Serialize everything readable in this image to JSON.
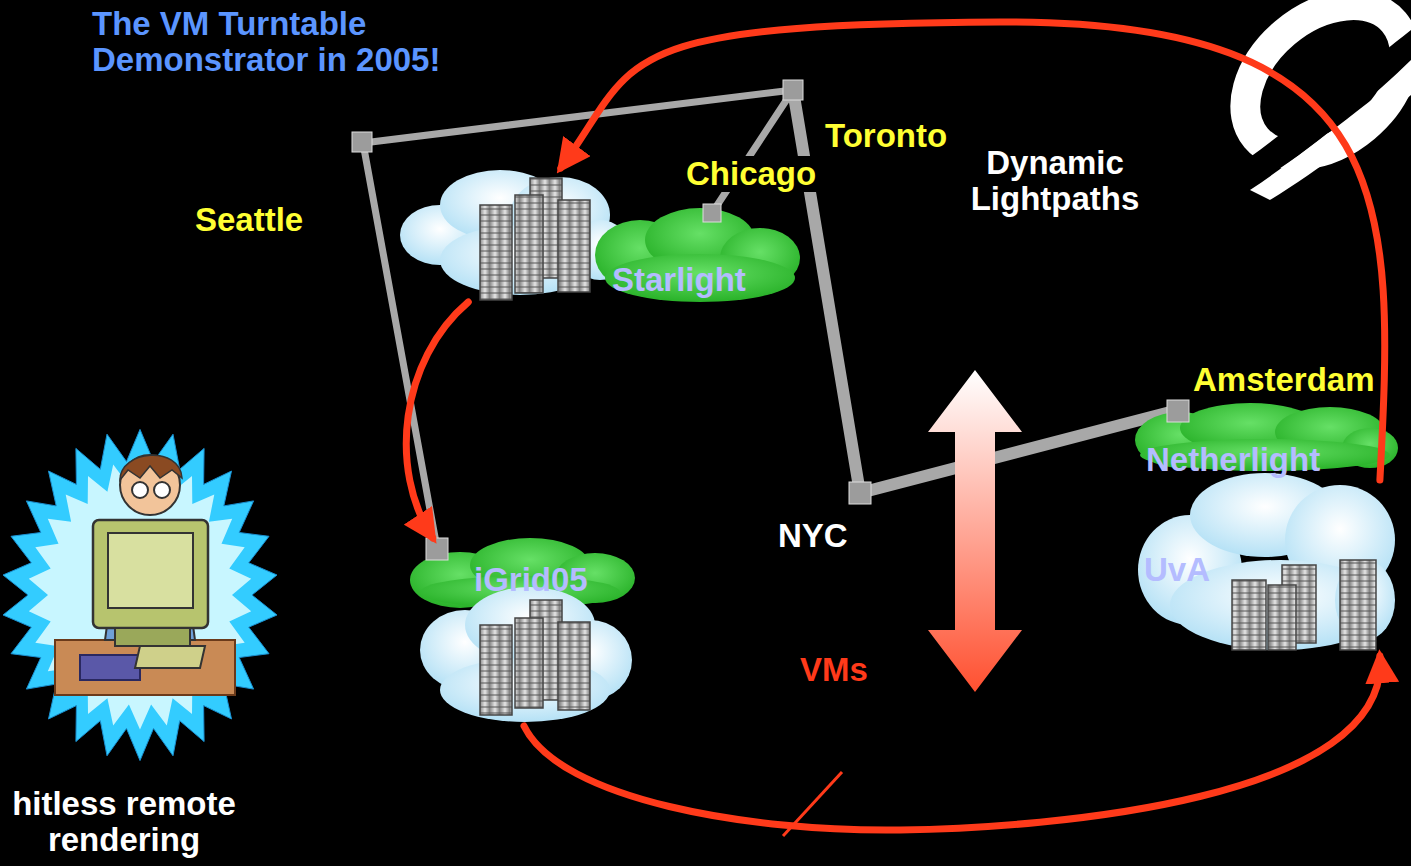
{
  "diagram": {
    "title": "The VM Turntable Demonstrator in 2005!",
    "nodes": [
      {
        "text": [
          "Starlight"
        ]
      },
      {
        "text": [
          "Netherlight"
        ]
      },
      {
        "text": [
          "UvA"
        ]
      },
      {
        "text": [
          "iGrid05"
        ]
      }
    ],
    "edges": [
      {
        "from": 2,
        "to": 0,
        "arrow": "to"
      },
      {
        "from": 0,
        "to": 3,
        "arrow": "to"
      },
      {
        "from": 3,
        "to": 2,
        "label": "VMs",
        "arrow": "to"
      }
    ],
    "labels": [
      "Seattle",
      "Toronto",
      "Chicago",
      "Dynamic Lightpaths",
      "Amsterdam",
      "NYC",
      "hitless remote rendering"
    ]
  }
}
